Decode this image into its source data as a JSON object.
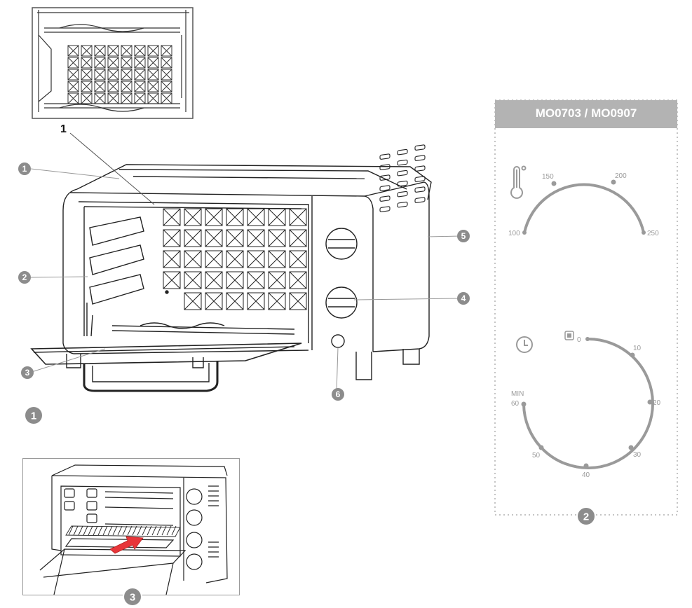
{
  "panel": {
    "title": "MO0703 / MO0907",
    "badge": "2"
  },
  "temperature_dial": {
    "icon": "thermometer-icon",
    "marks": [
      "100",
      "150",
      "200",
      "250"
    ]
  },
  "timer_dial": {
    "icon": "clock-icon",
    "off_icon": "stop-square-icon",
    "marks": [
      "0",
      "10",
      "20",
      "30",
      "40",
      "50",
      "60"
    ],
    "unit": "MIN"
  },
  "oven_callouts": [
    "1",
    "2",
    "3",
    "4",
    "5",
    "6"
  ],
  "inset_label": "1",
  "section_badges": [
    "1",
    "3"
  ],
  "colors": {
    "callout_fill": "#8c8c8c",
    "panel_header": "#b3b3b3",
    "dial_arc": "#9a9a9a",
    "line": "#333333",
    "arrow": "#e8363a"
  }
}
